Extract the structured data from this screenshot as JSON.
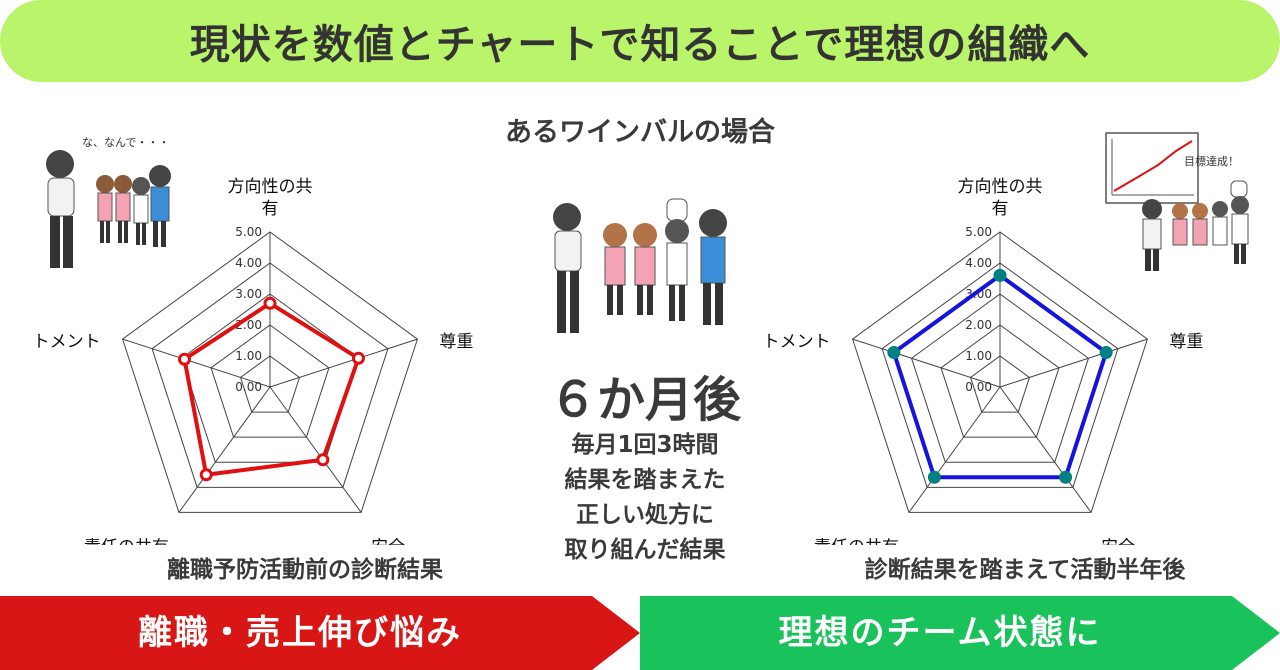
{
  "header": {
    "title": "現状を数値とチャートで知ることで理想の組織へ"
  },
  "subtitle": "あるワインバルの場合",
  "center": {
    "title": "６か月後",
    "lines": [
      "毎月1回3時間",
      "結果を踏まえた",
      "正しい処方に",
      "取り組んだ結果"
    ]
  },
  "illustrations": {
    "left_speech": "な、なんで・・・",
    "right_speech": "目標達成！"
  },
  "arrows": {
    "left": {
      "label": "離職・売上伸び悩み",
      "color": "#d91616"
    },
    "right": {
      "label": "理想のチーム状態に",
      "color": "#19c25a"
    }
  },
  "chart_data": [
    {
      "type": "radar",
      "caption": "離職予防活動前の診断結果",
      "axes": [
        "方向性の共有",
        "尊重",
        "安全",
        "責任の共有",
        "コミットメント"
      ],
      "ticks": [
        "0.00",
        "1.00",
        "2.00",
        "3.00",
        "4.00",
        "5.00"
      ],
      "range": [
        0,
        5
      ],
      "values": [
        2.7,
        3.0,
        2.9,
        3.5,
        2.9
      ],
      "line_color": "#e01010",
      "marker_color": "#e01010",
      "marker_fill": "#ffffff"
    },
    {
      "type": "radar",
      "caption": "診断結果を踏まえて活動半年後",
      "axes": [
        "方向性の共有",
        "尊重",
        "安全",
        "責任の共有",
        "コミットメント"
      ],
      "ticks": [
        "0.00",
        "1.00",
        "2.00",
        "3.00",
        "4.00",
        "5.00"
      ],
      "range": [
        0,
        5
      ],
      "values": [
        3.6,
        3.6,
        3.6,
        3.6,
        3.6
      ],
      "line_color": "#1414e0",
      "marker_color": "#008080",
      "marker_fill": "#008080"
    }
  ]
}
